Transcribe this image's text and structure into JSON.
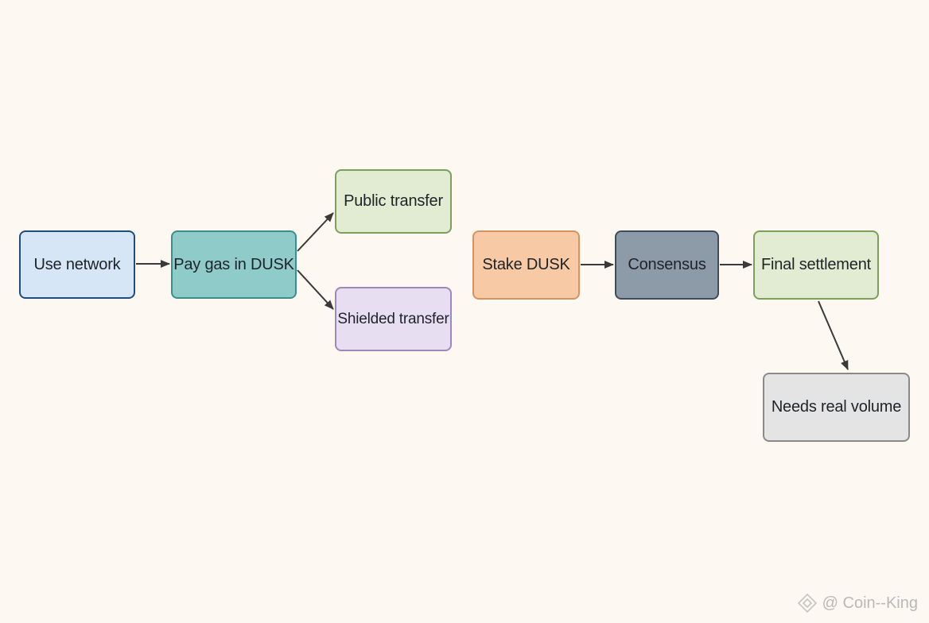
{
  "nodes": {
    "use_network": {
      "label": "Use network",
      "fill": "#d6e6f7",
      "border": "#1f4e7e"
    },
    "pay_gas": {
      "label": "Pay gas in DUSK",
      "fill": "#8fcbc9",
      "border": "#3a8f8c"
    },
    "public_transfer": {
      "label": "Public transfer",
      "fill": "#e1ecd2",
      "border": "#7ba05a"
    },
    "shielded_transfer": {
      "label": "Shielded transfer",
      "fill": "#e7dff1",
      "border": "#9b88be"
    },
    "stake_dusk": {
      "label": "Stake DUSK",
      "fill": "#f7c9a4",
      "border": "#d69360"
    },
    "consensus": {
      "label": "Consensus",
      "fill": "#8d9aa7",
      "border": "#3e4d5c"
    },
    "final_settlement": {
      "label": "Final settlement",
      "fill": "#e1ecd2",
      "border": "#7ba05a"
    },
    "needs_real_volume": {
      "label": "Needs real volume",
      "fill": "#e4e4e4",
      "border": "#8a8a8a"
    }
  },
  "edges": [
    {
      "from": "use_network",
      "to": "pay_gas"
    },
    {
      "from": "pay_gas",
      "to": "public_transfer"
    },
    {
      "from": "pay_gas",
      "to": "shielded_transfer"
    },
    {
      "from": "stake_dusk",
      "to": "consensus"
    },
    {
      "from": "consensus",
      "to": "final_settlement"
    },
    {
      "from": "final_settlement",
      "to": "needs_real_volume"
    }
  ],
  "watermark": {
    "text": "@ Coin--King",
    "icon": "binance-square-logo"
  }
}
